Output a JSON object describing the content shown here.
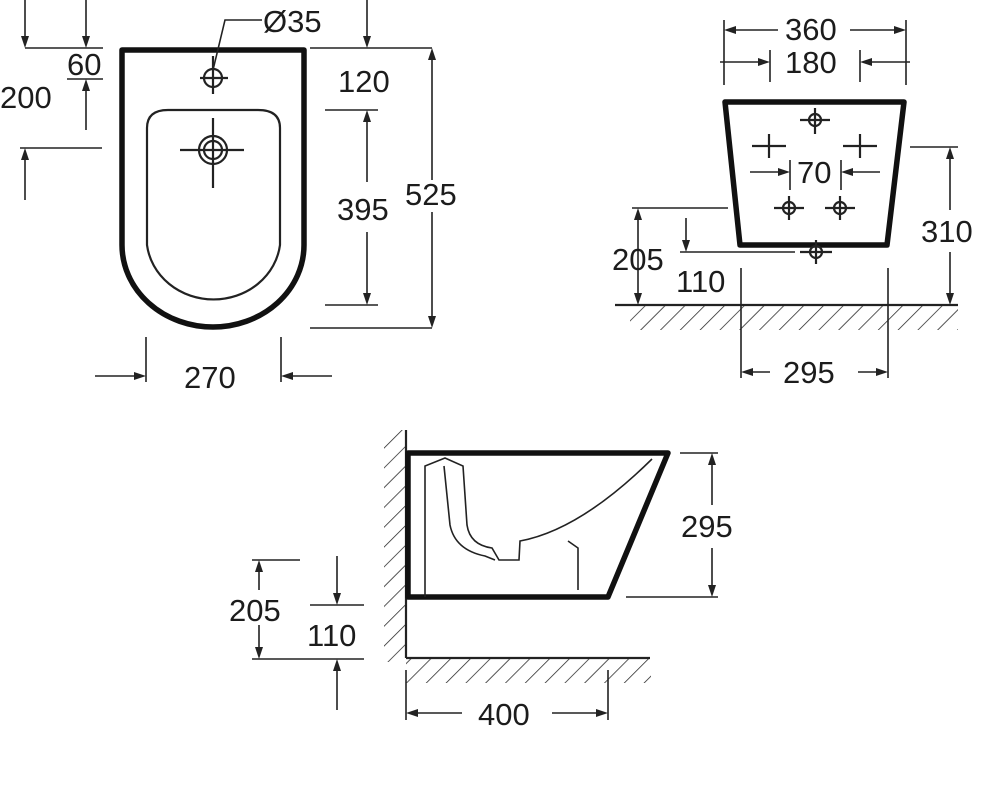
{
  "top_view": {
    "dims": {
      "tap_hole_diameter": "Ø35",
      "tap_hole_offset": "60",
      "wall_to_hole": "200",
      "top_to_bowl": "120",
      "bowl_length": "395",
      "overall_length": "525",
      "width": "270"
    }
  },
  "rear_view": {
    "dims": {
      "top_width": "360",
      "bolt_spacing_outer": "180",
      "bolt_spacing_inner": "70",
      "height_above_floor": "310",
      "outlet_height": "205",
      "inlet_height": "110",
      "base_width": "295"
    }
  },
  "side_view": {
    "dims": {
      "height": "295",
      "outlet_height": "205",
      "inlet_height": "110",
      "projection": "400"
    }
  }
}
